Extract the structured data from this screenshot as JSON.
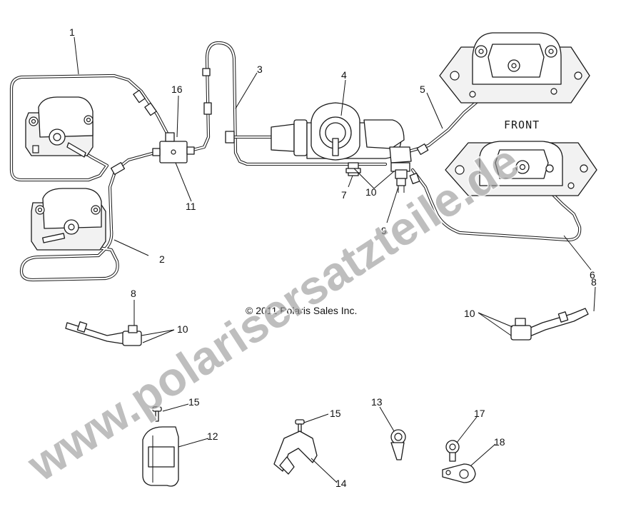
{
  "watermark": "www.polarisersatzteile.de",
  "copyright": "© 2011 Polaris Sales Inc.",
  "front_label": "FRONT",
  "callouts": {
    "n1": "1",
    "n2": "2",
    "n3": "3",
    "n4": "4",
    "n5": "5",
    "n6": "6",
    "n7": "7",
    "n8a": "8",
    "n8b": "8",
    "n9": "9",
    "n10a": "10",
    "n10b": "10",
    "n10c": "10",
    "n11": "11",
    "n12": "12",
    "n13": "13",
    "n14": "14",
    "n15a": "15",
    "n15b": "15",
    "n16": "16",
    "n17": "17",
    "n18": "18"
  },
  "icons": {
    "rear-left-caliper": "brake-caliper-icon",
    "rear-right-caliper": "brake-caliper-icon",
    "front-left-caliper": "brake-caliper-icon",
    "front-right-caliper": "brake-caliper-icon",
    "master-cylinder": "master-cylinder-icon",
    "splitter": "brake-tee-icon"
  }
}
